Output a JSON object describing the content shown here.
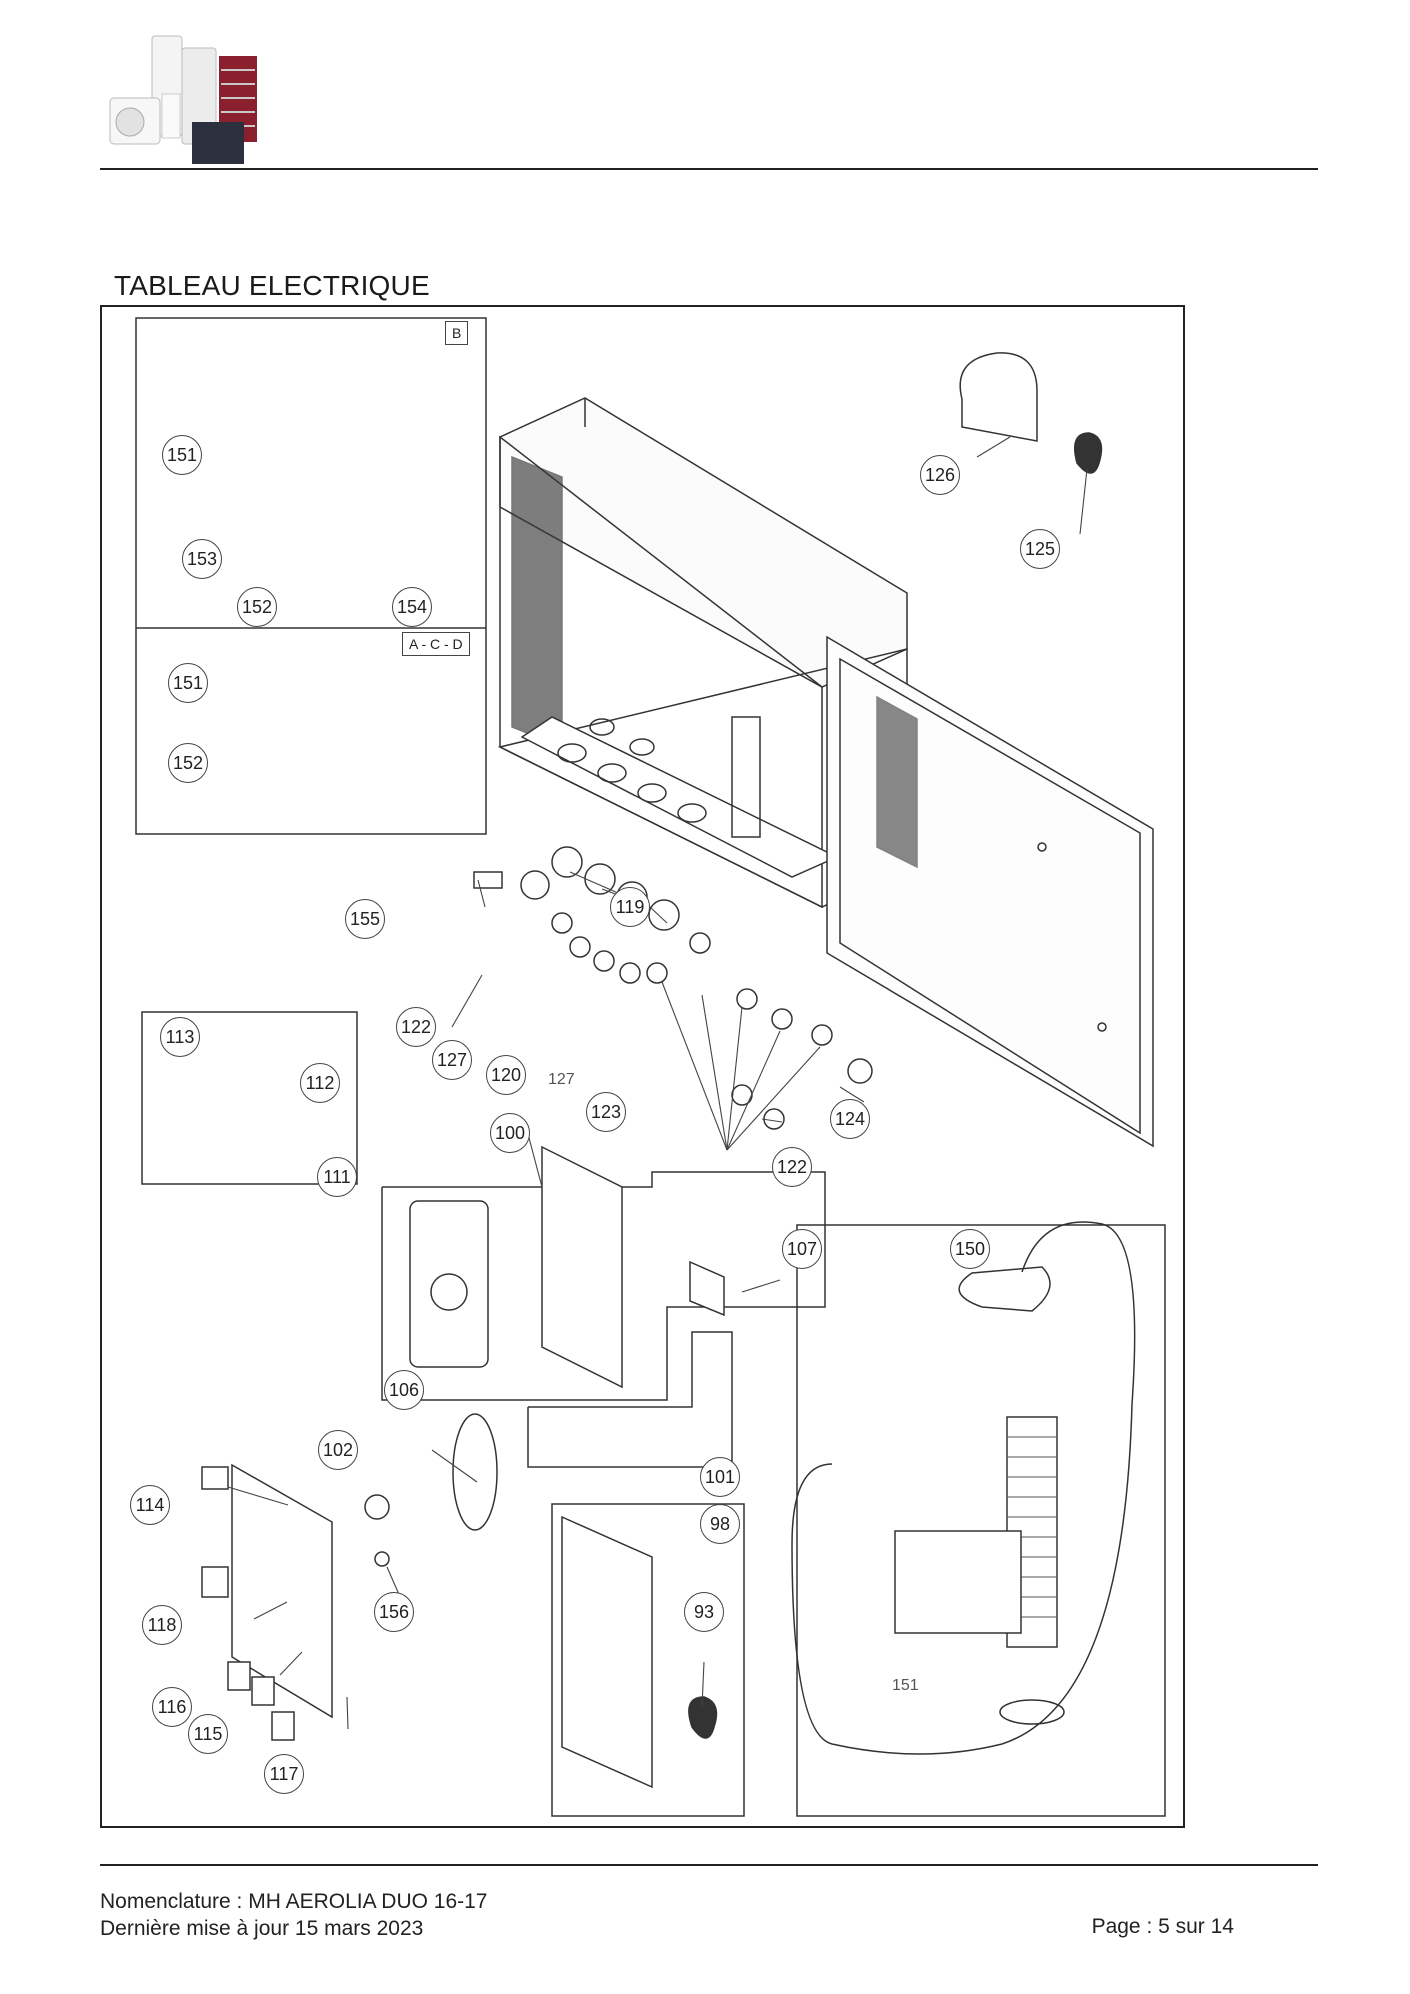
{
  "header": {
    "logo_icon": "product-range-logo"
  },
  "section": {
    "title": "TABLEAU ELECTRIQUE"
  },
  "diagram": {
    "variant_tags": {
      "b": "B",
      "acd": "A - C - D"
    },
    "callouts": {
      "c151a": "151",
      "c153": "153",
      "c152a": "152",
      "c154": "154",
      "c151b": "151",
      "c152b": "152",
      "c126": "126",
      "c125": "125",
      "c155": "155",
      "c119": "119",
      "c122a": "122",
      "c127": "127",
      "c120": "120",
      "c123": "123",
      "c124": "124",
      "c122b": "122",
      "c113": "113",
      "c112": "112",
      "c111": "111",
      "c100": "100",
      "c107": "107",
      "c150": "150",
      "c106": "106",
      "c102": "102",
      "c101": "101",
      "c114": "114",
      "c98": "98",
      "c118": "118",
      "c156": "156",
      "c93": "93",
      "c116": "116",
      "c115": "115",
      "c117": "117"
    },
    "plain_labels": {
      "l127": "127",
      "l151": "151"
    }
  },
  "footer": {
    "nomenclature": "Nomenclature : MH AEROLIA DUO 16-17",
    "updated": "Dernière mise à jour 15 mars 2023",
    "page": "Page : 5 sur 14"
  }
}
